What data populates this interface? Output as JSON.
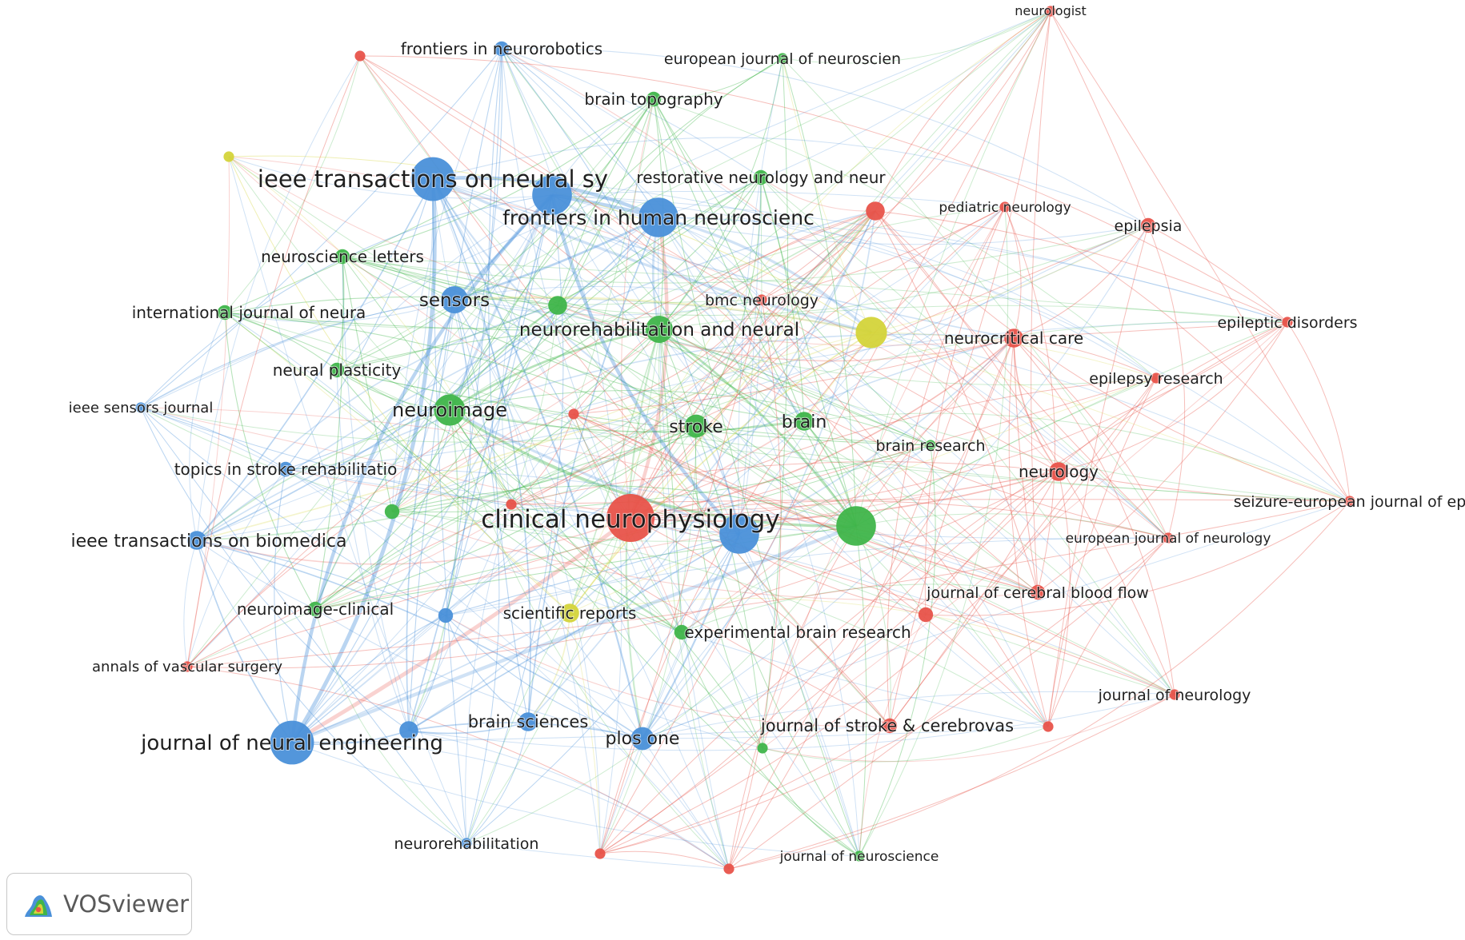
{
  "colors": {
    "red": "#e8534a",
    "blue": "#4a90d9",
    "green": "#3fb54a",
    "yellow": "#d4d43a"
  },
  "branding": {
    "label": "VOSviewer",
    "icon": "vosviewer-logo-icon"
  },
  "nodes": [
    {
      "id": "clinical-neurophysiology",
      "label": "clinical neurophysiology",
      "cluster": "red",
      "weight": 10
    },
    {
      "id": "frontiers-in-neurorobotics",
      "label": "frontiers in neurorobotics",
      "cluster": "blue",
      "weight": 2
    },
    {
      "id": "european-journal-of-neuroscien",
      "label": "european journal of neuroscien",
      "cluster": "green",
      "weight": 1
    },
    {
      "id": "brain-topography",
      "label": "brain topography",
      "cluster": "green",
      "weight": 2
    },
    {
      "id": "ieee-transactions-on-neural-sy",
      "label": "ieee transactions on neural sy",
      "cluster": "blue",
      "weight": 9
    },
    {
      "id": "restorative-neurology-and-neur",
      "label": "restorative neurology and neur",
      "cluster": "green",
      "weight": 2
    },
    {
      "id": "frontiers-in-human-neuroscienc",
      "label": "frontiers in human neuroscienc",
      "cluster": "blue",
      "weight": 8
    },
    {
      "id": "neuroscience-letters",
      "label": "neuroscience letters",
      "cluster": "green",
      "weight": 2
    },
    {
      "id": "sensors",
      "label": "sensors",
      "cluster": "blue",
      "weight": 5
    },
    {
      "id": "international-journal-of-neura",
      "label": "international journal of neura",
      "cluster": "green",
      "weight": 2
    },
    {
      "id": "neurorehabilitation-and-neural",
      "label": "neurorehabilitation and neural",
      "cluster": "green",
      "weight": 5
    },
    {
      "id": "neural-plasticity",
      "label": "neural plasticity",
      "cluster": "green",
      "weight": 2
    },
    {
      "id": "ieee-sensors-journal",
      "label": "ieee sensors journal",
      "cluster": "blue",
      "weight": 1
    },
    {
      "id": "neuroimage",
      "label": "neuroimage",
      "cluster": "green",
      "weight": 6
    },
    {
      "id": "stroke",
      "label": "stroke",
      "cluster": "green",
      "weight": 4
    },
    {
      "id": "brain",
      "label": "brain",
      "cluster": "green",
      "weight": 3
    },
    {
      "id": "topics-in-stroke-rehabilitatio",
      "label": "topics in stroke rehabilitatio",
      "cluster": "blue",
      "weight": 2
    },
    {
      "id": "ieee-transactions-on-biomedica",
      "label": "ieee transactions on biomedica",
      "cluster": "blue",
      "weight": 3
    },
    {
      "id": "neuroimage-clinical",
      "label": "neuroimage-clinical",
      "cluster": "green",
      "weight": 2
    },
    {
      "id": "scientific-reports",
      "label": "scientific reports",
      "cluster": "yellow",
      "weight": 3
    },
    {
      "id": "experimental-brain-research",
      "label": "experimental brain research",
      "cluster": "green",
      "weight": 2
    },
    {
      "id": "annals-of-vascular-surgery",
      "label": "annals of vascular surgery",
      "cluster": "red",
      "weight": 1
    },
    {
      "id": "journal-of-neural-engineering",
      "label": "journal of neural engineering",
      "cluster": "blue",
      "weight": 9
    },
    {
      "id": "brain-sciences",
      "label": "brain sciences",
      "cluster": "blue",
      "weight": 3
    },
    {
      "id": "plos-one",
      "label": "plos one",
      "cluster": "blue",
      "weight": 4
    },
    {
      "id": "journal-of-stroke-cerebrovas",
      "label": "journal of stroke & cerebrovas",
      "cluster": "red",
      "weight": 2
    },
    {
      "id": "neurorehabilitation",
      "label": "neurorehabilitation",
      "cluster": "blue",
      "weight": 1
    },
    {
      "id": "journal-of-neuroscience",
      "label": "journal of neuroscience",
      "cluster": "green",
      "weight": 1
    },
    {
      "id": "neurologist",
      "label": "neurologist",
      "cluster": "red",
      "weight": 1
    },
    {
      "id": "pediatric-neurology",
      "label": "pediatric neurology",
      "cluster": "red",
      "weight": 1
    },
    {
      "id": "epilepsia",
      "label": "epilepsia",
      "cluster": "red",
      "weight": 2
    },
    {
      "id": "bmc-neurology",
      "label": "bmc neurology",
      "cluster": "red",
      "weight": 1
    },
    {
      "id": "epileptic-disorders",
      "label": "epileptic disorders",
      "cluster": "red",
      "weight": 1
    },
    {
      "id": "neurocritical-care",
      "label": "neurocritical care",
      "cluster": "red",
      "weight": 3
    },
    {
      "id": "epilepsy-research",
      "label": "epilepsy research",
      "cluster": "red",
      "weight": 1
    },
    {
      "id": "brain-research",
      "label": "brain research",
      "cluster": "green",
      "weight": 1
    },
    {
      "id": "neurology",
      "label": "neurology",
      "cluster": "red",
      "weight": 3
    },
    {
      "id": "seizure-european-journal-of-ep",
      "label": "seizure-european journal of ep",
      "cluster": "red",
      "weight": 1
    },
    {
      "id": "european-journal-of-neurology",
      "label": "european journal of neurology",
      "cluster": "red",
      "weight": 1
    },
    {
      "id": "journal-of-cerebral-blood-flow",
      "label": "journal of cerebral blood flow",
      "cluster": "red",
      "weight": 2
    },
    {
      "id": "journal-of-neurology",
      "label": "journal of neurology",
      "cluster": "red",
      "weight": 1
    },
    {
      "id": "unl-blue-1",
      "label": "",
      "cluster": "blue",
      "weight": 8
    },
    {
      "id": "unl-blue-2",
      "label": "",
      "cluster": "blue",
      "weight": 8
    },
    {
      "id": "unl-blue-3",
      "label": "",
      "cluster": "blue",
      "weight": 3
    },
    {
      "id": "unl-blue-4",
      "label": "",
      "cluster": "blue",
      "weight": 2
    },
    {
      "id": "unl-green-1",
      "label": "",
      "cluster": "green",
      "weight": 8
    },
    {
      "id": "unl-green-2",
      "label": "",
      "cluster": "green",
      "weight": 3
    },
    {
      "id": "unl-green-3",
      "label": "",
      "cluster": "green",
      "weight": 2
    },
    {
      "id": "unl-green-4",
      "label": "",
      "cluster": "green",
      "weight": 1
    },
    {
      "id": "unl-yellow-1",
      "label": "",
      "cluster": "yellow",
      "weight": 6
    },
    {
      "id": "unl-yellow-2",
      "label": "",
      "cluster": "yellow",
      "weight": 1
    },
    {
      "id": "unl-red-1",
      "label": "",
      "cluster": "red",
      "weight": 3
    },
    {
      "id": "unl-red-2",
      "label": "",
      "cluster": "red",
      "weight": 1
    },
    {
      "id": "unl-red-3",
      "label": "",
      "cluster": "red",
      "weight": 1
    },
    {
      "id": "unl-red-4",
      "label": "",
      "cluster": "red",
      "weight": 1
    },
    {
      "id": "unl-red-5",
      "label": "",
      "cluster": "red",
      "weight": 2
    },
    {
      "id": "unl-red-6",
      "label": "",
      "cluster": "red",
      "weight": 1
    },
    {
      "id": "unl-red-7",
      "label": "",
      "cluster": "red",
      "weight": 1
    },
    {
      "id": "unl-red-8",
      "label": "",
      "cluster": "red",
      "weight": 1
    }
  ]
}
